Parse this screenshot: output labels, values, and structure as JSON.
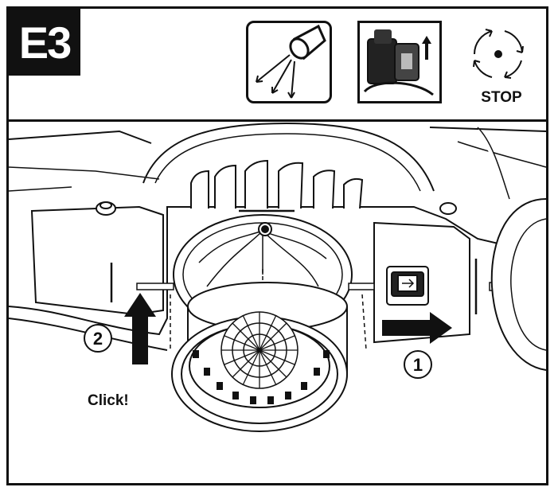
{
  "step": {
    "badge": "E3"
  },
  "header_icons": [
    {
      "icon": "flashlight-icon",
      "meaning": "inspect"
    },
    {
      "icon": "battery-removal-icon",
      "meaning": "remove battery"
    },
    {
      "icon": "blade-stop-icon",
      "label": "STOP"
    }
  ],
  "labels": {
    "stop": "STOP",
    "click": "Click!",
    "step_one": "1",
    "step_two": "2"
  },
  "colors": {
    "ink": "#111111",
    "background": "#ffffff"
  }
}
